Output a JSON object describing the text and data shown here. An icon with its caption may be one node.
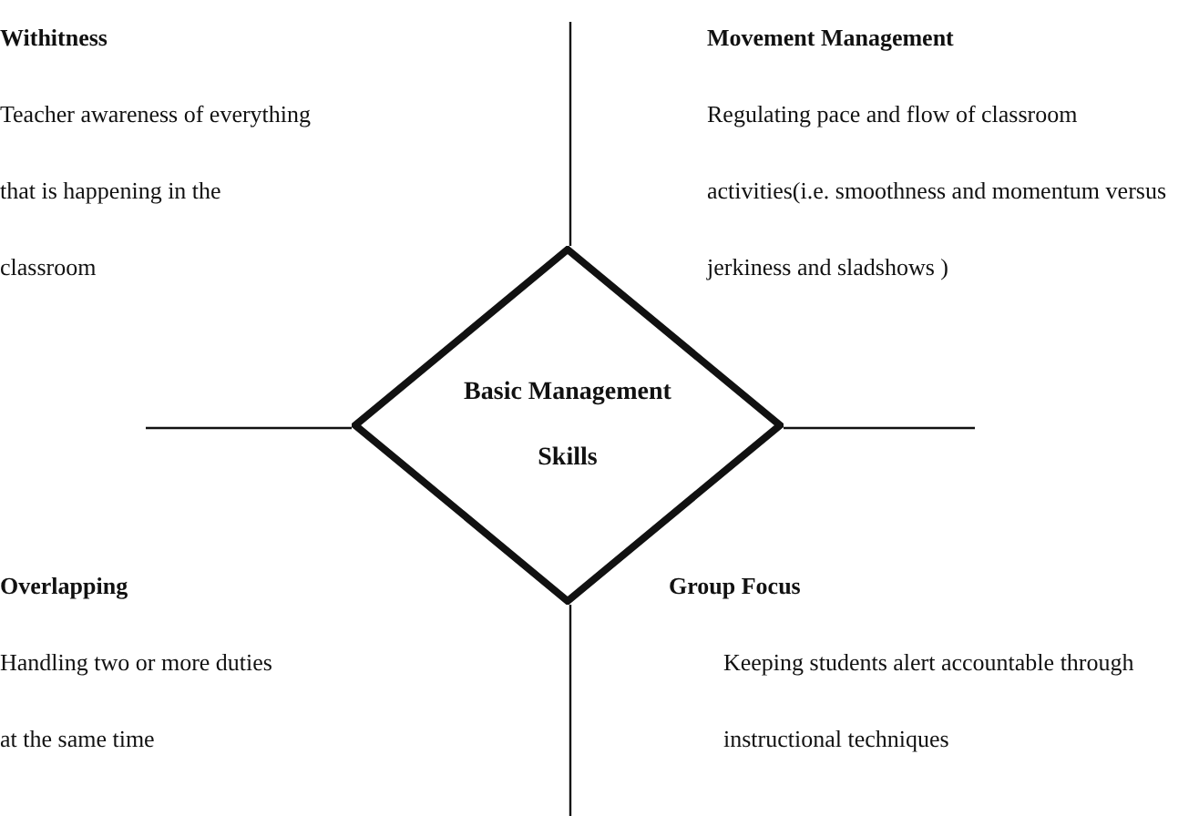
{
  "diagram": {
    "nodes": [
      {
        "text": [
          "Basic Management Skills"
        ]
      }
    ],
    "labels": [
      "Withitness",
      "Teacher awareness of everything that is happening in the classroom",
      "Movement Management",
      "Regulating pace and flow of classroom activities(i.e. smoothness and momentum versus jerkiness and sladshows )",
      "Overlapping",
      "Handling two or more duties at the same time",
      "Group Focus",
      "Keeping students alert accountable through instructional techniques"
    ]
  }
}
